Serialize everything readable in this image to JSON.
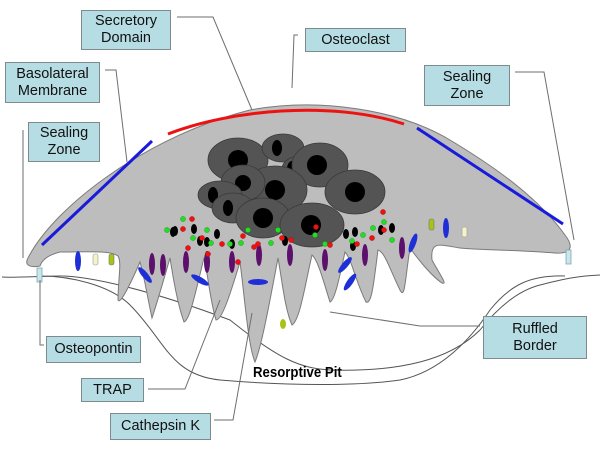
{
  "diagram": {
    "title": "Osteoclast resorption diagram",
    "labels": {
      "secretory_domain": "Secretory\nDomain",
      "osteoclast": "Osteoclast",
      "basolateral_membrane": "Basolateral\nMembrane",
      "sealing_zone_left": "Sealing\nZone",
      "sealing_zone_right": "Sealing\nZone",
      "osteopontin": "Osteopontin",
      "trap": "TRAP",
      "cathepsin_k": "Cathepsin K",
      "ruffled_border": "Ruffled\nBorder",
      "resorptive_pit": "Resorptive Pit"
    },
    "colors": {
      "cell_body": "#bdbdbd",
      "cell_outline": "#7a7a7a",
      "nucleus_outer": "#545454",
      "nucleus_inner": "#000000",
      "secretory_line": "#ee1111",
      "sealing_line": "#1a1adb",
      "label_fill": "#b7dde4",
      "label_border": "#7d8b8e",
      "trap_vesicle": "#5c0f6b",
      "cathepsin_vesicle": "#1f2fd8",
      "osteopontin_marker": "#c8e6ec",
      "green_dot": "#22dd22",
      "red_dot": "#ee1111",
      "yellow_green_tip": "#a6c414",
      "pale_yellow_tip": "#f4f2c8"
    }
  }
}
